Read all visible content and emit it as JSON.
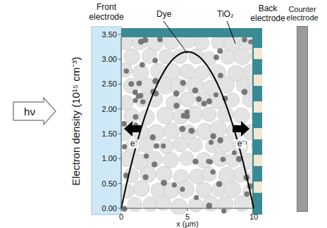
{
  "diagram": {
    "nodes": [
      {
        "text": [
          "hν"
        ]
      },
      {
        "text": [
          "Front electrode"
        ]
      },
      {
        "text": [
          "Back electrode"
        ]
      },
      {
        "text": [
          "Counter electrode"
        ]
      }
    ],
    "labels": [
      "Dye",
      "TiO₂",
      "3.50",
      "3.00",
      "2.50",
      "2.00",
      "1.50",
      "1.00",
      "0.50",
      "0.00",
      "Electron density (10¹⁵ cm⁻³)",
      "e⁻",
      "e⁻",
      "0",
      "5",
      "10",
      "x (μm)"
    ]
  }
}
